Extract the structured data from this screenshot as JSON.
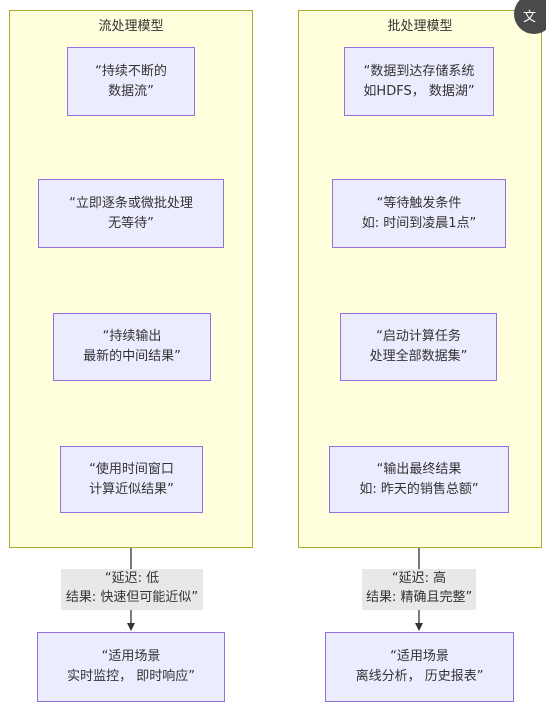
{
  "stream": {
    "title": "流处理模型",
    "nodes": [
      [
        "“持续不断的",
        "数据流”"
      ],
      [
        "“立即逐条或微批处理",
        "无等待”"
      ],
      [
        "“持续输出",
        "最新的中间结果”"
      ],
      [
        "“使用时间窗口",
        "计算近似结果”"
      ]
    ],
    "edge_label": [
      "“延迟: 低",
      "结果: 快速但可能近似”"
    ],
    "scenario": [
      "“适用场景",
      "实时监控， 即时响应”"
    ]
  },
  "batch": {
    "title": "批处理模型",
    "nodes": [
      [
        "“数据到达存储系统",
        "如HDFS， 数据湖”"
      ],
      [
        "“等待触发条件",
        "如: 时间到凌晨1点”"
      ],
      [
        "“启动计算任务",
        "处理全部数据集”"
      ],
      [
        "“输出最终结果",
        "如: 昨天的销售总额”"
      ]
    ],
    "edge_label": [
      "“延迟: 高",
      "结果: 精确且完整”"
    ],
    "scenario": [
      "“适用场景",
      "离线分析， 历史报表”"
    ]
  },
  "corner_icon": {
    "name": "translate-icon",
    "glyph": "文"
  },
  "colors": {
    "cluster_fill": "#ffffde",
    "cluster_border": "#aaaa33",
    "node_fill": "#ececff",
    "node_border": "#9370db",
    "edge": "#333333",
    "edge_label_bg": "#e8e8e8"
  }
}
